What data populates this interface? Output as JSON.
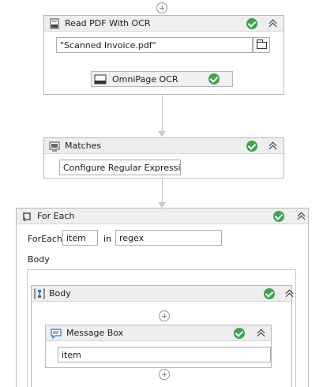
{
  "colors": {
    "success": "#3fa34d",
    "header_bg": "#eeeeee",
    "border": "#b8b8b8",
    "connector": "#c8c8c8"
  },
  "read_pdf": {
    "title": "Read PDF With OCR",
    "icon": "pdf-document-icon",
    "file_value": "\"Scanned Invoice.pdf\"",
    "ocr_engine": {
      "title": "OmniPage OCR",
      "icon": "ocr-scanner-icon"
    }
  },
  "matches": {
    "title": "Matches",
    "icon": "matches-screen-icon",
    "configure_label": "Configure Regular Expression..."
  },
  "for_each": {
    "title": "For Each",
    "icon": "loop-arrow-icon",
    "foreach_label": "ForEach",
    "item_value": "item",
    "in_label": "in",
    "collection_value": "regex",
    "body_label": "Body"
  },
  "body_sequence": {
    "title": "Body",
    "icon": "sequence-icon"
  },
  "message_box": {
    "title": "Message Box",
    "icon": "message-bubble-icon",
    "text_value": "item"
  }
}
